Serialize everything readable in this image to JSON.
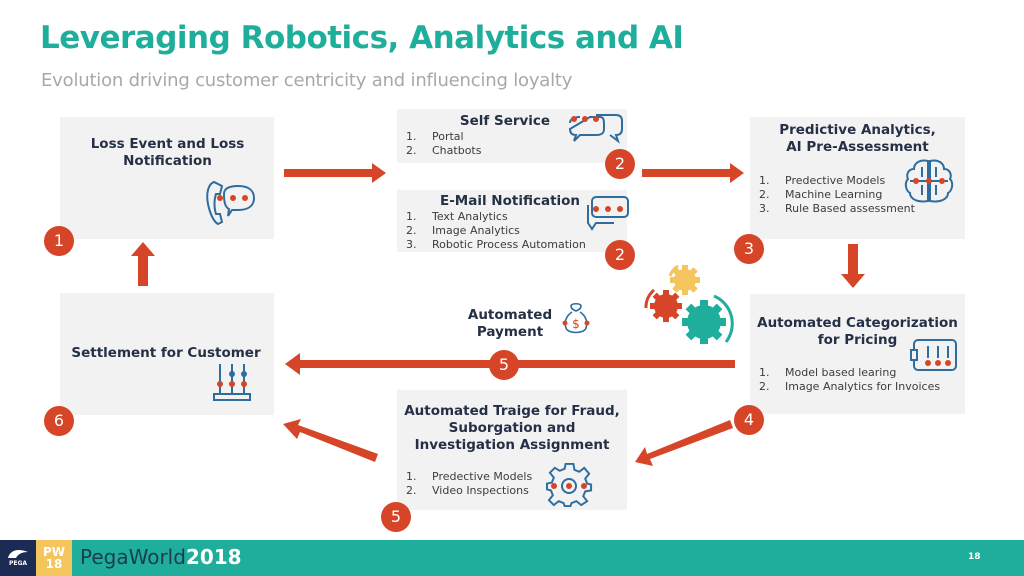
{
  "slide": {
    "title": "Leveraging Robotics, Analytics and AI",
    "subtitle": "Evolution driving customer centricity and influencing loyalty",
    "page_number": "18"
  },
  "steps": {
    "loss_event": {
      "title": "Loss Event and Loss Notification",
      "badge": "1",
      "icon": "phone-chat-icon"
    },
    "self_service": {
      "title": "Self Service",
      "badge": "2",
      "icon": "chat-bubbles-icon",
      "items": [
        {
          "num": "1.",
          "label": "Portal"
        },
        {
          "num": "2.",
          "label": "Chatbots"
        }
      ]
    },
    "email": {
      "title": "E-Mail Notification",
      "badge": "2",
      "icon": "message-bubbles-icon",
      "items": [
        {
          "num": "1.",
          "label": "Text Analytics"
        },
        {
          "num": "2.",
          "label": "Image Analytics"
        },
        {
          "num": "3.",
          "label": "Robotic Process Automation"
        }
      ]
    },
    "predictive": {
      "title_line1": "Predictive Analytics,",
      "title_line2": "AI Pre-Assessment",
      "badge": "3",
      "icon": "brain-circuit-icon",
      "items": [
        {
          "num": "1.",
          "label": "Predective Models"
        },
        {
          "num": "2.",
          "label": "Machine Learning"
        },
        {
          "num": "3.",
          "label": "Rule Based assessment"
        }
      ]
    },
    "categorization": {
      "title_line1": "Automated Categorization",
      "title_line2": "for Pricing",
      "badge": "4",
      "icon": "sliders-panel-icon",
      "items": [
        {
          "num": "1.",
          "label": "Model based learing"
        },
        {
          "num": "2.",
          "label": "Image Analytics for Invoices"
        }
      ]
    },
    "triage": {
      "title_line1": "Automated Traige for Fraud,",
      "title_line2": "Suborgation and",
      "title_line3": "Investigation Assignment",
      "badge": "5",
      "icon": "gear-icon",
      "items": [
        {
          "num": "1.",
          "label": "Predective Models"
        },
        {
          "num": "2.",
          "label": "Video Inspections"
        }
      ]
    },
    "payment": {
      "title_line1": "Automated",
      "title_line2": "Payment",
      "badge": "5",
      "icon": "money-bag-icon"
    },
    "settlement": {
      "title": "Settlement for Customer",
      "badge": "6",
      "icon": "abacus-icon"
    }
  },
  "footer": {
    "pega_logo": "PEGA",
    "pw_line1": "PW",
    "pw_line2": "18",
    "brand_name": "PegaWorld",
    "brand_year": "2018"
  },
  "colors": {
    "accent_teal": "#1fae9b",
    "arrow_orange": "#d64527",
    "box_gray": "#f2f2f2",
    "heading_navy": "#253046",
    "icon_blue": "#2f6d9e",
    "gear_yellow": "#f3c55c"
  }
}
